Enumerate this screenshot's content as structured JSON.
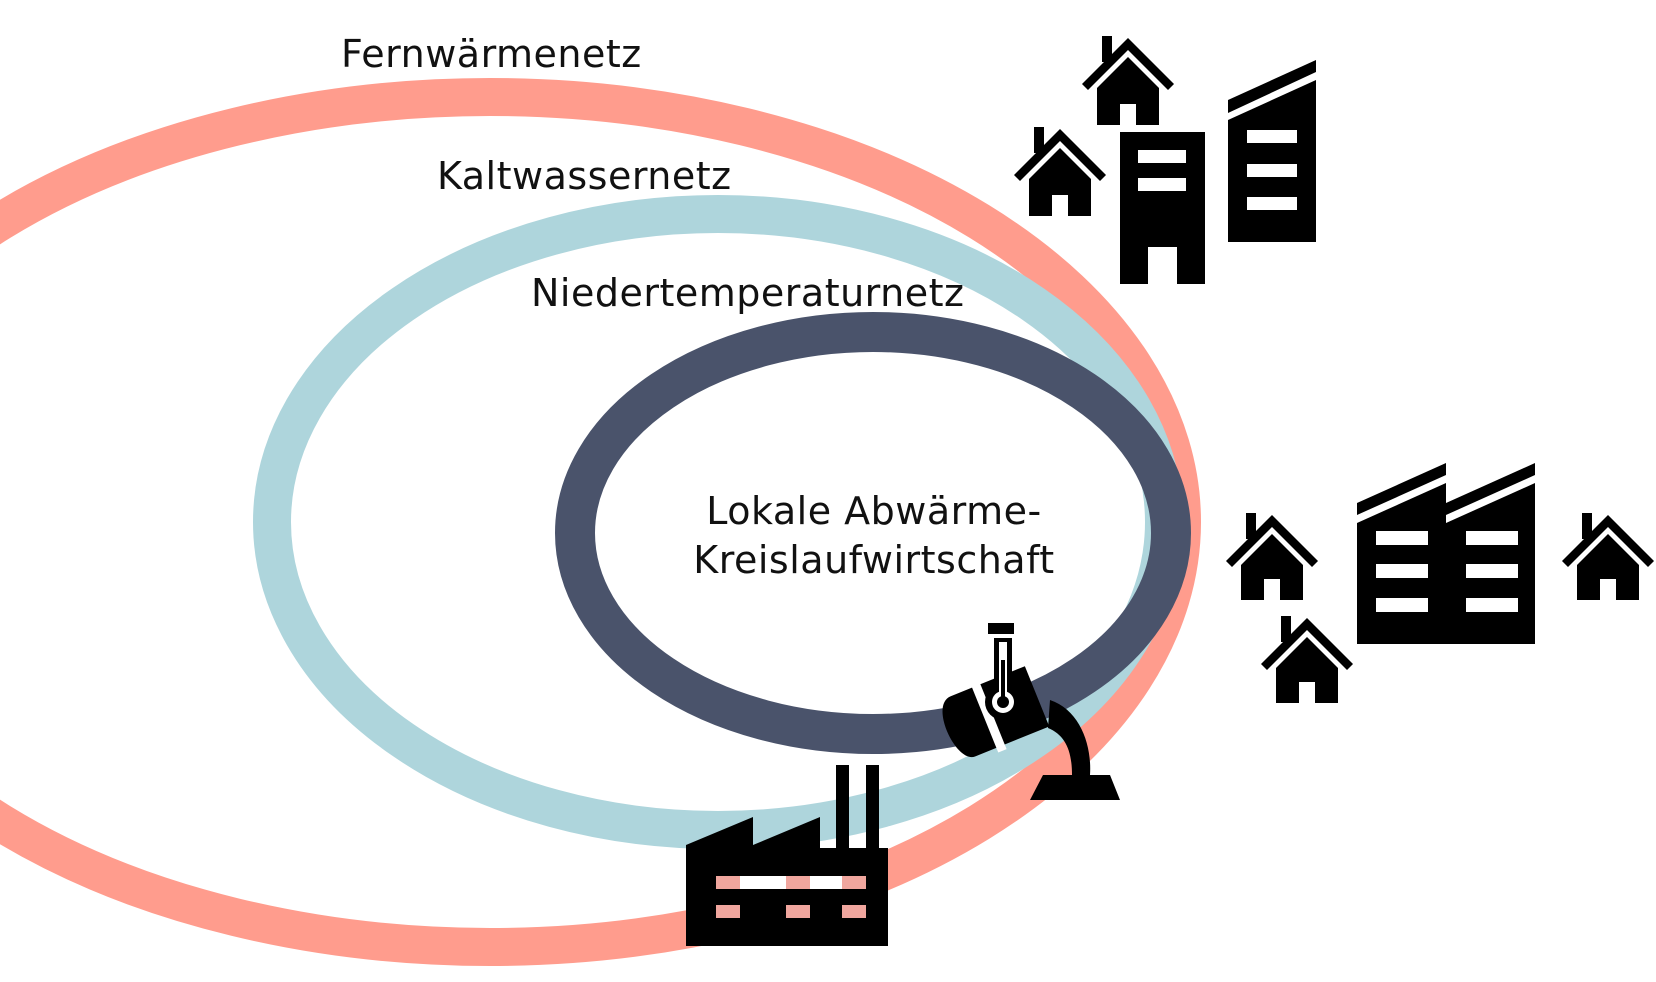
{
  "diagram": {
    "rings": [
      {
        "name": "fernwaermenetz",
        "label": "Fernwärmenetz",
        "color": "#ff9c8d"
      },
      {
        "name": "kaltwassernetz",
        "label": "Kaltwassernetz",
        "color": "#aed5dc"
      },
      {
        "name": "niedertemperaturnetz",
        "label": "Niedertemperaturnetz",
        "color": "#4a536b"
      }
    ],
    "center_text": {
      "line1": "Lokale Abwärme-",
      "line2": "Kreislaufwirtschaft"
    },
    "icons": [
      "house-icon",
      "office-building-icon",
      "factory-icon",
      "heat-pump-thermometer-icon"
    ]
  }
}
